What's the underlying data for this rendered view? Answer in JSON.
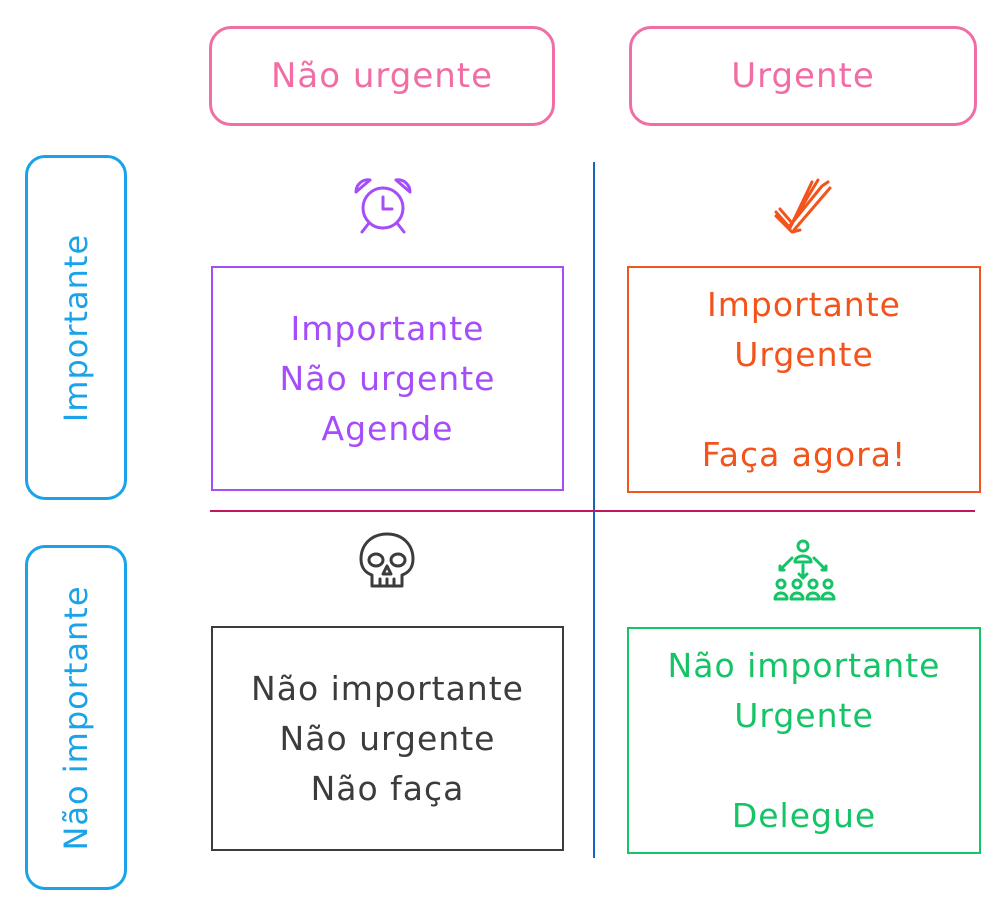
{
  "header": {
    "not_urgent": "Não urgente",
    "urgent": "Urgente"
  },
  "side": {
    "important": "Importante",
    "not_important": "Não importante"
  },
  "quadrants": {
    "top_left": {
      "line1": "Importante",
      "line2": "Não urgente",
      "line3": "Agende",
      "icon": "alarm-clock-icon"
    },
    "top_right": {
      "line1": "Importante",
      "line2": "Urgente",
      "action": "Faça agora!",
      "icon": "checkmark-icon"
    },
    "bottom_left": {
      "line1": "Não importante",
      "line2": "Não urgente",
      "line3": "Não faça",
      "icon": "skull-icon"
    },
    "bottom_right": {
      "line1": "Não importante",
      "line2": "Urgente",
      "action": "Delegue",
      "icon": "team-hierarchy-icon"
    }
  },
  "colors": {
    "header": "#f06ea5",
    "side": "#1aa3e8",
    "schedule": "#a64dfa",
    "do_now": "#f2541b",
    "dont": "#3c3c3c",
    "delegate": "#16c468",
    "vertical_rule": "#1565c0",
    "horizontal_rule": "#c2185b"
  }
}
